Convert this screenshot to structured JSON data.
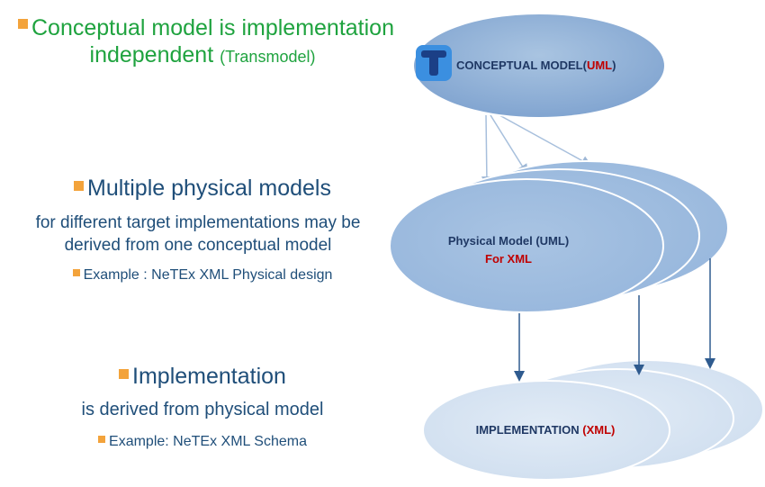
{
  "left": {
    "s1": {
      "line1": "Conceptual model is implementation",
      "line2": "independent",
      "paren": "(Transmodel)"
    },
    "s2": {
      "heading": "Multiple physical models",
      "line1": "for different target implementations may be",
      "line2": "derived from one conceptual model",
      "example": "Example : NeTEx XML Physical design"
    },
    "s3": {
      "heading": "Implementation",
      "line1": "is derived from  physical model",
      "example": "Example: NeTEx XML Schema"
    }
  },
  "diagram": {
    "conceptual": {
      "label": "CONCEPTUAL MODEL(",
      "uml": "UML",
      "close": ")"
    },
    "physical": {
      "line1": "Physical Model (UML)",
      "line2": "For XML"
    },
    "implementation": {
      "label": "IMPLEMENTATION ",
      "xml": "(XML)"
    }
  },
  "colors": {
    "green": "#1fa33f",
    "blue": "#1f4e79",
    "bullet": "#f3a33b",
    "red": "#c00000"
  }
}
